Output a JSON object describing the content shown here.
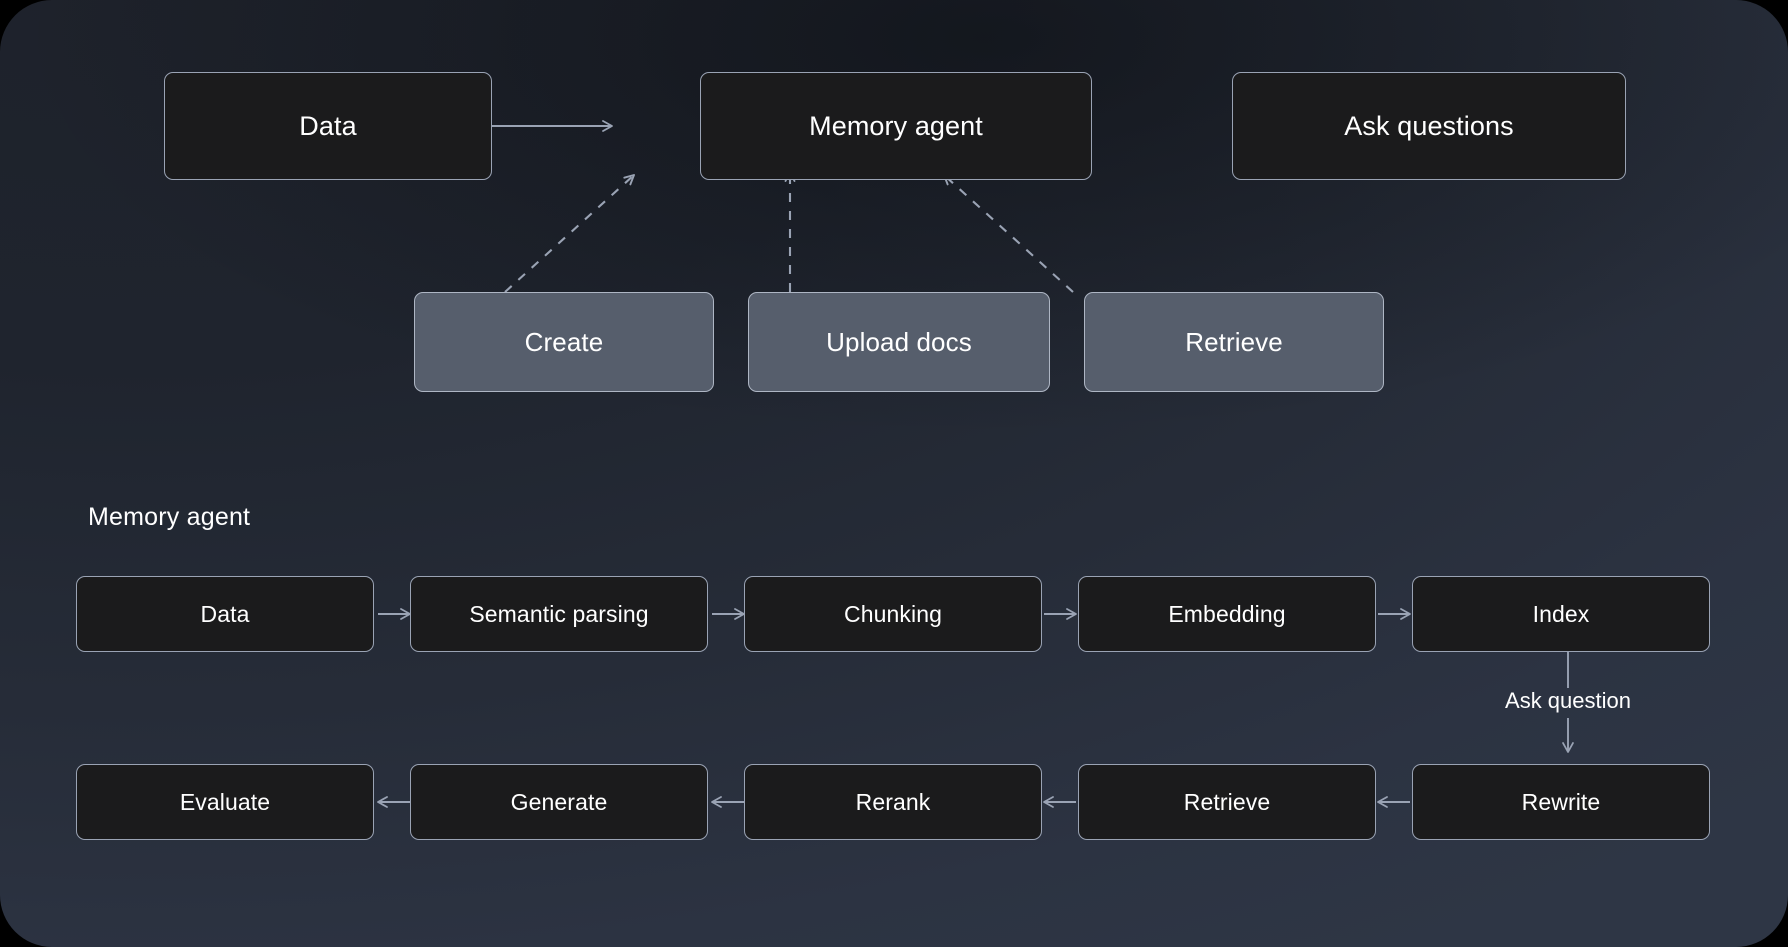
{
  "diagram": {
    "type": "flow-diagram",
    "title_visible": false,
    "background_color": "#242a35",
    "node_fill_dark": "#1b1b1c",
    "node_fill_light": "#565e6c",
    "node_stroke": "#9aa3b4",
    "text_color": "#ffffff",
    "overview": {
      "nodes": [
        {
          "id": "data",
          "label": "Data",
          "style": "dark"
        },
        {
          "id": "memory-agent",
          "label": "Memory agent",
          "style": "dark"
        },
        {
          "id": "ask-questions",
          "label": "Ask questions",
          "style": "dark"
        },
        {
          "id": "create",
          "label": "Create",
          "style": "light"
        },
        {
          "id": "upload-docs",
          "label": "Upload docs",
          "style": "light"
        },
        {
          "id": "retrieve-op",
          "label": "Retrieve",
          "style": "light"
        }
      ],
      "edges": [
        {
          "from": "data",
          "to": "memory-agent",
          "style": "solid",
          "direction": "right"
        },
        {
          "from": "ask-questions",
          "to": "memory-agent",
          "style": "solid",
          "direction": "left"
        },
        {
          "from": "create",
          "to": "memory-agent",
          "style": "dashed",
          "direction": "up-right"
        },
        {
          "from": "upload-docs",
          "to": "memory-agent",
          "style": "dashed",
          "direction": "up"
        },
        {
          "from": "retrieve-op",
          "to": "memory-agent",
          "style": "dashed",
          "direction": "up-left"
        }
      ]
    },
    "detail": {
      "section_label": "Memory agent",
      "row_top": [
        {
          "id": "p-data",
          "label": "Data"
        },
        {
          "id": "p-semantic-parsing",
          "label": "Semantic parsing"
        },
        {
          "id": "p-chunking",
          "label": "Chunking"
        },
        {
          "id": "p-embedding",
          "label": "Embedding"
        },
        {
          "id": "p-index",
          "label": "Index"
        }
      ],
      "row_bottom": [
        {
          "id": "p-evaluate",
          "label": "Evaluate"
        },
        {
          "id": "p-generate",
          "label": "Generate"
        },
        {
          "id": "p-rerank",
          "label": "Rerank"
        },
        {
          "id": "p-retrieve",
          "label": "Retrieve"
        },
        {
          "id": "p-rewrite",
          "label": "Rewrite"
        }
      ],
      "connector_label": "Ask question",
      "row_top_direction": "left-to-right",
      "row_bottom_direction": "right-to-left"
    }
  }
}
